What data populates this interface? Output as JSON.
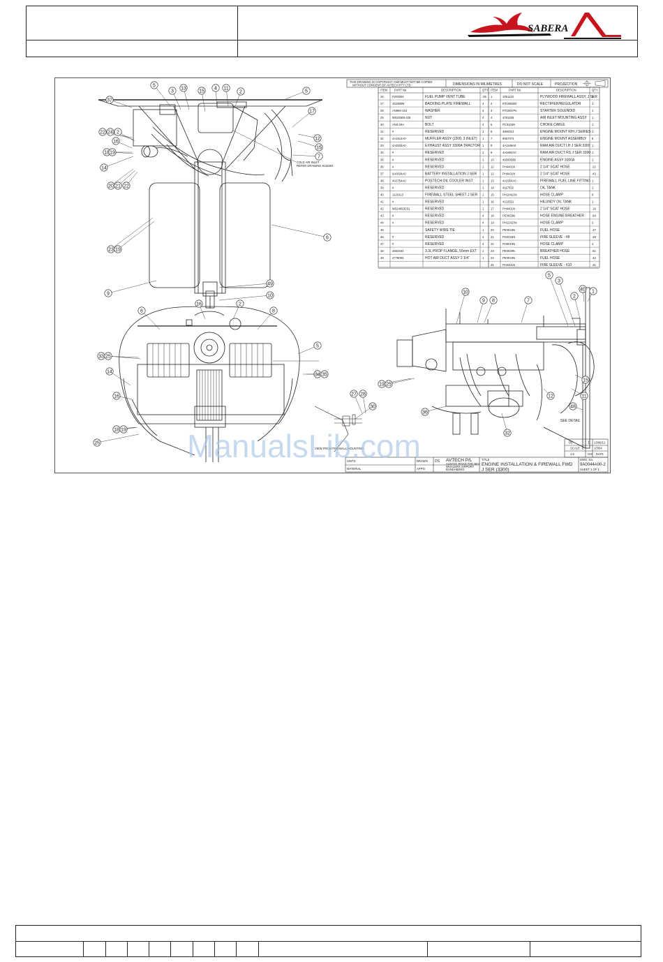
{
  "logo": {
    "text": "SABERA"
  },
  "drawing": {
    "copyright": [
      "THIS DRAWING IS COPYRIGHT AND MUST NOT BE COPIED",
      "WITHOUT CONSENT OF AVTECH PTY LTD"
    ],
    "dimensions_note": "DIMENSIONS IN MILIMETRES",
    "do_not_scale": "DO NOT SCALE",
    "projection": "PROJECTION",
    "table_headers": [
      "ITEM",
      "PART No.",
      "DESCRIPTION",
      "QTY"
    ],
    "parts_left": [
      [
        "26",
        "P200294",
        "FUEL PUMP VENT TUBE",
        ".05"
      ],
      [
        "27",
        "4S2509N",
        "BACKING PLATE FIREWALL",
        "4"
      ],
      [
        "28",
        "AN960-416",
        "WASHER",
        "4"
      ],
      [
        "29",
        "MS20365-428",
        "NUT",
        "4"
      ],
      [
        "30",
        "AN4-20A",
        "BOLT",
        "4"
      ],
      [
        "31",
        "#",
        "RESERVED",
        "1"
      ],
      [
        "32",
        "4A1514A0",
        "MUFFLER ASSY (J200, 3 INLET)",
        "1"
      ],
      [
        "33",
        "4A2534A0",
        "EXHAUST ASSY 3300A TRACTOR",
        "1"
      ],
      [
        "34",
        "#",
        "RESERVED",
        "1"
      ],
      [
        "35",
        "#",
        "RESERVED",
        "1"
      ],
      [
        "36",
        "#",
        "RESERVED",
        "1"
      ],
      [
        "37",
        "9A0034A0",
        "BATTERY INSTALLATION J SER",
        "1"
      ],
      [
        "38",
        "4A2754A0",
        "POSTECH OIL COOLER INST",
        "1"
      ],
      [
        "39",
        "#",
        "RESERVED",
        "1"
      ],
      [
        "40",
        "1121013",
        "FIREWALL STEEL SHEET J SER",
        "1"
      ],
      [
        "41",
        "#",
        "RESERVED",
        "1"
      ],
      [
        "42",
        "MS24693C51",
        "RESERVED",
        "1"
      ],
      [
        "43",
        "#",
        "RESERVED",
        "4"
      ],
      [
        "44",
        "#",
        "RESERVED",
        "4"
      ],
      [
        "45",
        "",
        "SAFETY WIRE TIE",
        "1"
      ],
      [
        "46",
        "#",
        "RESERVED",
        "4"
      ],
      [
        "47",
        "#",
        "RESERVED",
        "4"
      ],
      [
        "48",
        "4662184",
        "3.3L PROP FLANGE, 55mm EXT",
        "1"
      ],
      [
        "49",
        "4778093",
        "HOT AIR DUCT ASSY 2 1/4\"",
        "1"
      ]
    ],
    "parts_right": [
      [
        "1",
        "1051123",
        "PLYWOOD FIREWALL ASSY, J SER",
        "1"
      ],
      [
        "2",
        "RT10650N",
        "RECTIFIER/REGULATOR",
        "1"
      ],
      [
        "3",
        "RT10007N",
        "STARTER SOLENOID",
        "1"
      ],
      [
        "4",
        "4781205",
        "AIR INLET MOUNTING ASSY",
        "1"
      ],
      [
        "5",
        "PC0104N",
        "CHOKE CABLE",
        "1"
      ],
      [
        "6",
        "4800013",
        "ENGINE MOUNT R/H J SERIES",
        "1"
      ],
      [
        "7",
        "9467073",
        "ENGINE MOUNT ASSEMBLY",
        "8"
      ],
      [
        "8",
        "4A1186A0",
        "RAM AIR DUCT LH J SER 3300",
        "1"
      ],
      [
        "9",
        "4A1804A0",
        "RAM AIR DUCT RS J SER 3300",
        "1"
      ],
      [
        "10",
        "4000050B",
        "ENGINE ASSY 3300A",
        "1"
      ],
      [
        "11",
        "PH4401N",
        "2 1/4\" SCAT HOSE",
        ".22"
      ],
      [
        "12",
        "PH4431N",
        "2 1/4\" SCAT HOSE",
        ".43"
      ],
      [
        "13",
        "4A2954A0",
        "FIREWALL FUEL LINE FITTING",
        "1"
      ],
      [
        "14",
        "4117532",
        "OIL TANK",
        "1"
      ],
      [
        "15",
        "PH10422N",
        "HOSE CLAMP",
        "6"
      ],
      [
        "16",
        "4122531",
        "HILUNDY OIL TANK",
        "1"
      ],
      [
        "17",
        "PH4401N",
        "2 1/4\" SCAT HOSE",
        ".18"
      ],
      [
        "18",
        "PE0029N",
        "HOSE ENGINE BREATHER",
        ".64"
      ],
      [
        "19",
        "PH12423N",
        "HOSE CLAMP",
        "2"
      ],
      [
        "20",
        "PE0018N",
        "FUEL HOSE",
        ".37"
      ],
      [
        "21",
        "PG0018N",
        "FIRE SLEEVE - #8",
        ".38"
      ],
      [
        "22",
        "PH0019N",
        "HOSE CLAMP",
        "4"
      ],
      [
        "23",
        "PE0029N",
        "BREATHER HOSE",
        ".61"
      ],
      [
        "24",
        "PE0019N",
        "FUEL HOSE",
        ".42"
      ],
      [
        "25",
        "PH4401N",
        "FIRE SLEEVE - #10",
        ".41"
      ]
    ],
    "callouts": {
      "cold_air": [
        "COLD AIR INLET",
        "REFER DRAWING 9115004"
      ],
      "see_detail": "SEE DETAIL",
      "view_note": "VIEW FROM FIREWALL MOUNTING"
    },
    "title_block": {
      "units": "UNITS",
      "material": "MATERIAL",
      "drawn": "DRAWN",
      "appd": "APP'D",
      "drawn_by": "DS",
      "company": "AVTECH P/L",
      "company_sub": [
        "ALBANY ROAD THE BEA",
        "WHALERS AIRPORT",
        "BUNDABERG"
      ],
      "title_label": "TITLE",
      "title_line1": "ENGINE INSTALLATION & FIREWALL FWD",
      "title_line2": "J SER (3300)",
      "dwg_no_label": "DWG. No.",
      "dwg_no": "9A0044A00-2",
      "scale_label": "SCALE",
      "scale": "1:5",
      "sheet": "SHEET 1 OF 1",
      "iss": "ISS",
      "date": "DATE",
      "rev_date": "13/06/12",
      "rev_iss": "00",
      "rev_b": "1",
      "rev_scale": "1/3/04"
    }
  },
  "watermark": "ManualsLib.com",
  "colors": {
    "logo_red": "#c8141e",
    "logo_black": "#111111",
    "watermark": "#a9c6e8"
  }
}
